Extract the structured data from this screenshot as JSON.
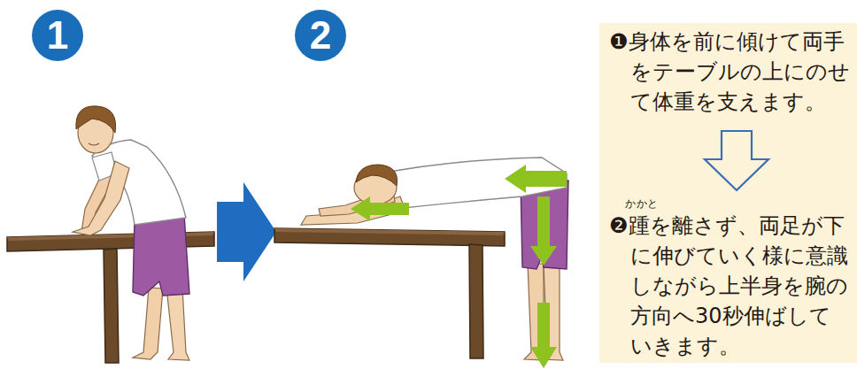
{
  "diagram": {
    "nodes": [
      {
        "text": [
          "1"
        ]
      },
      {
        "text": [
          "2"
        ]
      },
      {
        "text": [
          "❶身体を前に傾けて両手をテーブルの上にのせて体重を支えます。",
          "❷踵を離さず、両足が下に伸びていく様に意識しながら上半身を腕の方向へ30秒伸ばしていきます。"
        ]
      }
    ],
    "labels": [
      "かかと"
    ]
  }
}
